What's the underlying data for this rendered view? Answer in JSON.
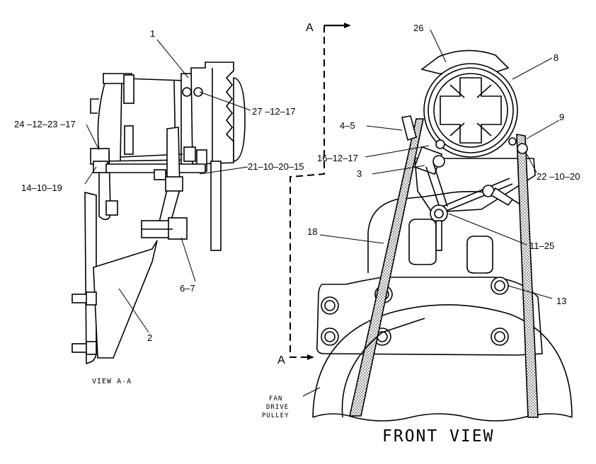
{
  "views": {
    "view_aa": "VIEW A-A",
    "front": "FRONT VIEW",
    "fan_pulley": [
      "FAN",
      "DRIVE",
      "PULLEY"
    ]
  },
  "section": {
    "top": "A",
    "bottom": "A"
  },
  "callouts": {
    "c1": "1",
    "c2": "2",
    "c3": "3",
    "c4_5": "4–5",
    "c6_7": "6–7",
    "c8": "8",
    "c9": "9",
    "c11_25": "11–25",
    "c13": "13",
    "c14_10_19": "14–10–19",
    "c16_12_17": "16–12–17",
    "c18": "18",
    "c21_10_20_15": "21–10–20–15",
    "c22_10_20": "22 –10–20",
    "c24_12_23_17": "24 –12–23 –17",
    "c26": "26",
    "c27_12_17": "27 –12–17"
  }
}
